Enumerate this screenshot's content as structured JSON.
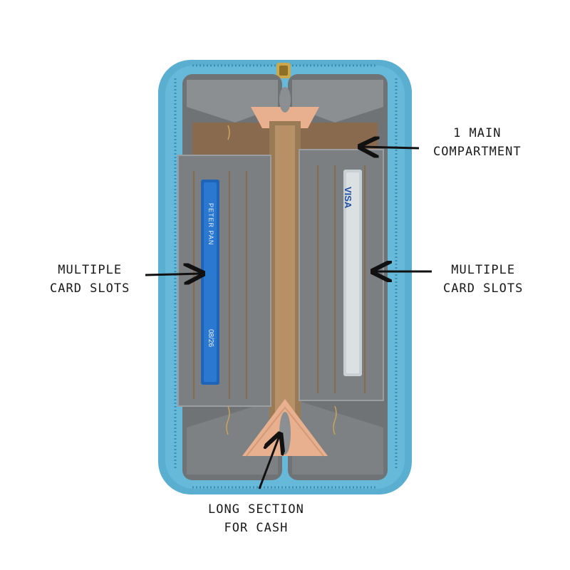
{
  "annotations": {
    "main_compartment": [
      "1 MAIN",
      "COMPARTMENT"
    ],
    "card_slots_left": [
      "MULTIPLE",
      "CARD SLOTS"
    ],
    "card_slots_right": [
      "MULTIPLE",
      "CARD SLOTS"
    ],
    "cash_section": [
      "LONG SECTION",
      "FOR CASH"
    ]
  },
  "cards": {
    "left_name": "PETER PAN",
    "left_expiry": "08/26",
    "right_brand": "VISA"
  },
  "colors": {
    "wallet_blue": "#5aaed0",
    "lining_grey": "#6f7375",
    "lining_dark": "#55595b",
    "lining_brown": "#8a6a4e",
    "peach": "#e8b08e",
    "card_blue": "#1f64b8",
    "card_silver": "#c9d0d3"
  }
}
